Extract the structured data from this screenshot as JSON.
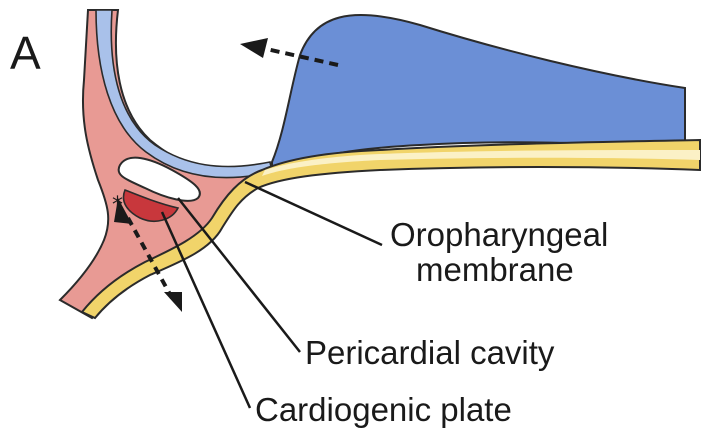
{
  "figure": {
    "panel_letter": "A",
    "labels": {
      "oropharyngeal_line1": "Oropharyngeal",
      "oropharyngeal_line2": "membrane",
      "pericardial": "Pericardial cavity",
      "cardiogenic": "Cardiogenic plate"
    },
    "colors": {
      "neural": "#6b8fd6",
      "ectoderm_light": "#a9c1ea",
      "mesoderm": "#e89a94",
      "endoderm": "#f1d46a",
      "endoderm_light": "#fbf1c6",
      "cardiogenic": "#c8373c",
      "outline": "#2b2b2b"
    }
  }
}
